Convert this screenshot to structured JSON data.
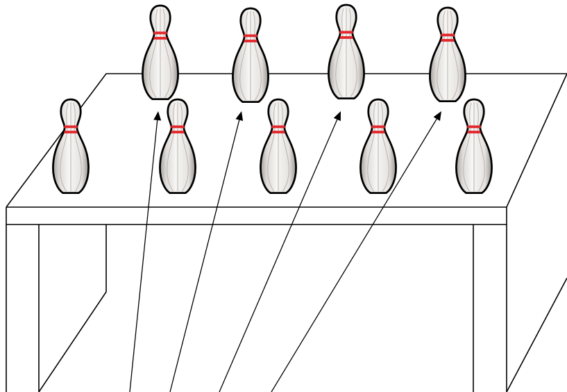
{
  "diagram": {
    "subject": "bowling-pins-on-table",
    "colors": {
      "background": "#ffffff",
      "line": "#000000",
      "pin_fill": "#f3f2f0",
      "pin_shade": "#a9a4a0",
      "pin_stripe": "#e2282c"
    },
    "pins": [
      {
        "row": "back",
        "index": 1
      },
      {
        "row": "back",
        "index": 2
      },
      {
        "row": "back",
        "index": 3
      },
      {
        "row": "back",
        "index": 4
      },
      {
        "row": "front",
        "index": 1
      },
      {
        "row": "front",
        "index": 2
      },
      {
        "row": "front",
        "index": 3
      },
      {
        "row": "front",
        "index": 4
      },
      {
        "row": "front",
        "index": 5
      }
    ],
    "arrows": [
      {
        "target_pin": 1
      },
      {
        "target_pin": 2
      },
      {
        "target_pin": 3
      },
      {
        "target_pin": 4
      }
    ]
  }
}
